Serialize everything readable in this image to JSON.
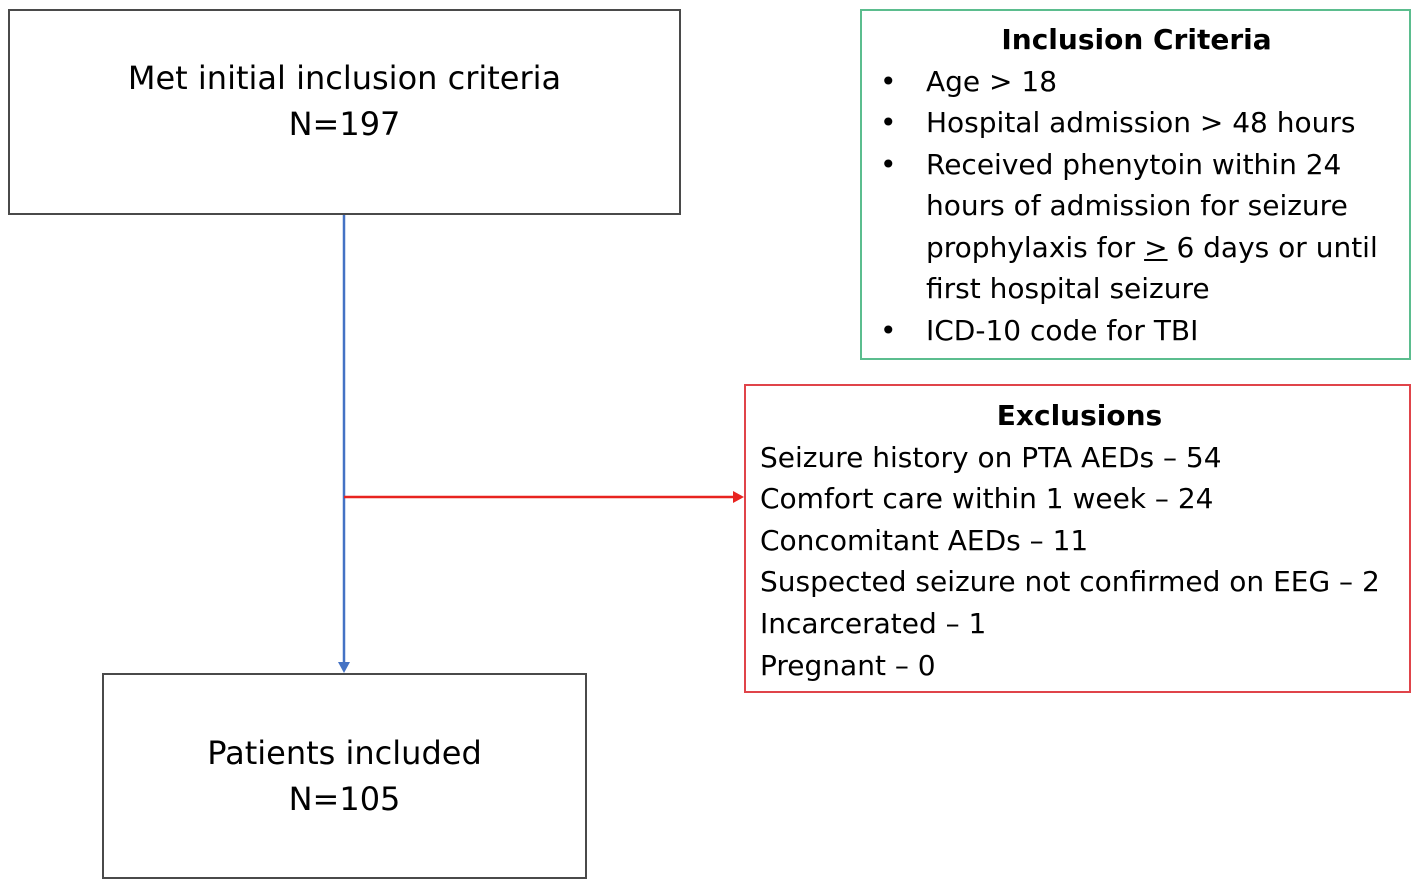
{
  "initial_box": {
    "line1": "Met initial inclusion criteria",
    "line2": "N=197"
  },
  "included_box": {
    "line1": "Patients included",
    "line2": "N=105"
  },
  "inclusion_criteria": {
    "title": "Inclusion Criteria",
    "items": [
      {
        "text": "Age > 18"
      },
      {
        "text": "Hospital admission > 48 hours"
      },
      {
        "line1": "Received phenytoin within 24",
        "line2": "hours of admission for seizure",
        "line3_prefix": "prophylaxis for ",
        "line3_symbol": ">",
        "line3_suffix": " 6 days or until",
        "line4": "first hospital seizure"
      },
      {
        "text": "ICD-10 code for TBI"
      }
    ]
  },
  "exclusions": {
    "title": "Exclusions",
    "items": [
      "Seizure history on PTA AEDs – 54",
      "Comfort care within 1 week – 24",
      "Concomitant AEDs – 11",
      "Suspected seizure not confirmed on EEG – 2",
      "Incarcerated – 1",
      "Pregnant – 0"
    ]
  },
  "colors": {
    "main_arrow": "#4472c4",
    "exclusion_arrow": "#e8231f",
    "inclusion_border": "#5bbd8e",
    "exclusion_border": "#e0444a",
    "box_border": "#4a4a4a"
  }
}
